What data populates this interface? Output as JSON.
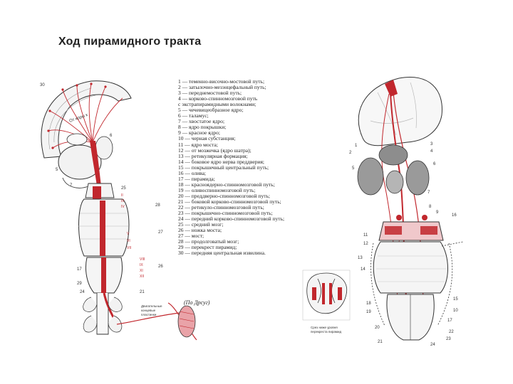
{
  "title": "Ход пирамидного тракта",
  "legend": [
    "1 — теменно-височно-мостовой путь;",
    "2 — затылочно-мезэнцефальный путь;",
    "3 — переднемостовой путь;",
    "4 — корково-спинномозговой путь",
    "с экстрапирамидными волокнами;",
    "5 — чечевицеобразное ядро;",
    "6 — таламус;",
    "7 — хвостатое ядро;",
    "8 — ядро покрышки;",
    "9 — красное ядро;",
    "10 — черная субстанция;",
    "11 — ядро моста;",
    "12 — от мозжечка (ядро шатра);",
    "13 — ретикулярная формация;",
    "14 — боковое ядро нерва преддверия;",
    "15 — покрышечный центральный путь;",
    "16 — олива;",
    "17 — пирамида;",
    "18 — красноядерно-спинномозговой путь;",
    "19 — оливоспинномозговой путь;",
    "20 — преддверно-спинномозговой путь;",
    "21 — боковой корково-спинномозговой путь;",
    "22 — ретикуло-спинномозговой путь;",
    "23 — покрышечно-спинномозговой путь;",
    "24 — передний корково-спинномозговой путь;",
    "25 — средний мозг;",
    "26 — ножка моста;",
    "27 — мост;",
    "28 — продолговатый мозг;",
    "29 — перекрест пирамид;",
    "30 — передняя центральная извилина."
  ],
  "credit": "(По Дрсуг)",
  "left_labels": {
    "n30": "30",
    "n6": "6",
    "n5": "5",
    "n7": "7",
    "n25": "25",
    "n28": "28",
    "n27": "27",
    "n26": "26",
    "n17": "17",
    "n29": "29",
    "n24": "24",
    "n21": "21",
    "arc_text": "От коры к",
    "red_marks": [
      "II",
      "III",
      "IV",
      "V",
      "VI",
      "VII",
      "VIII",
      "IX",
      "XI",
      "XII"
    ]
  },
  "spinal_caption": [
    "Двигательные",
    "концевые",
    "пластинки"
  ],
  "inset_caption": [
    "Срез ниже уровня",
    "перекреста пирамид"
  ],
  "right_labels": {
    "n1": "1",
    "n2": "2",
    "n3": "3",
    "n4": "4",
    "n5": "5",
    "n6": "6",
    "n7": "7",
    "n8": "8",
    "n9": "9",
    "n10": "10",
    "n11": "11",
    "n12": "12",
    "n13": "13",
    "n14": "14",
    "n15": "15",
    "n16": "16",
    "n17": "17",
    "n18": "18",
    "n19": "19",
    "n20": "20",
    "n21": "21",
    "n22": "22",
    "n23": "23",
    "n24": "24"
  },
  "colors": {
    "tract_red": "#c1272d",
    "tract_pink": "#e9a3a8",
    "nucleus_gray": "#8d8d8d",
    "outline": "#333333"
  }
}
